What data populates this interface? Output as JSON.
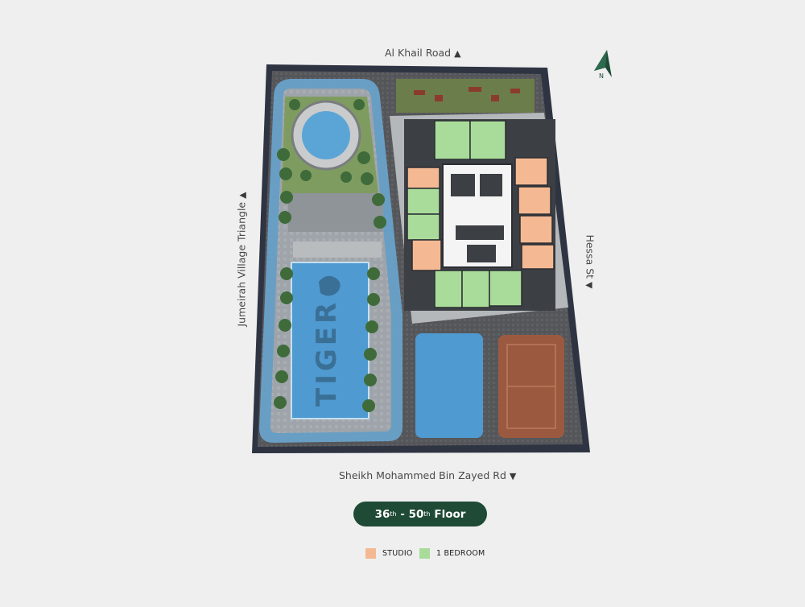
{
  "roads": {
    "north": "Al Khail Road",
    "south": "Sheikh Mohammed Bin Zayed Rd",
    "west": "Jumeirah Village Triangle",
    "east": "Hessa St"
  },
  "compass": {
    "letter": "N"
  },
  "pool_logo": "TIGER",
  "floor": {
    "start": "36",
    "start_sup": "th",
    "separator": " - ",
    "end": "50",
    "end_sup": "th",
    "suffix": " Floor"
  },
  "legend": [
    {
      "label": "STUDIO",
      "color": "#f4b993"
    },
    {
      "label": "1 BEDROOM",
      "color": "#a9dc9a"
    }
  ],
  "colors": {
    "background": "#efefef",
    "site_border": "#2f3443",
    "pill": "#1f4a36",
    "pool": "#4f9ad0",
    "court": "#9b5a3f"
  }
}
